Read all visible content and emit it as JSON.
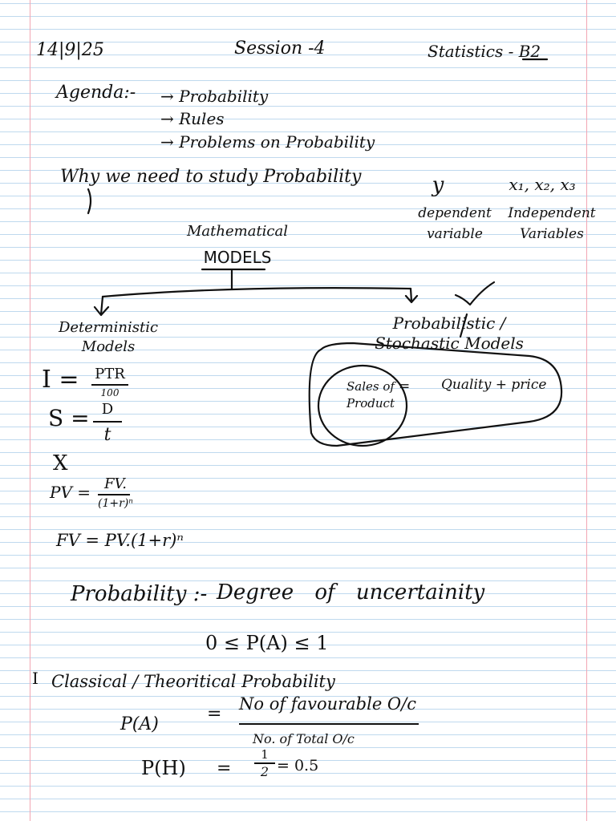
{
  "header": {
    "date": "14|9|25",
    "session": "Session -4",
    "subject": "Statistics - B2"
  },
  "agenda": {
    "label": "Agenda:-",
    "items": [
      "→ Probability",
      "→ Rules",
      "→ Problems on Probability"
    ]
  },
  "question": "Why we need to study Probability",
  "variables": {
    "dependent_symbol": "y",
    "dependent_label": "dependent variable",
    "independent_symbols": "x₁, x₂, x₃",
    "independent_label": "Independent Variables"
  },
  "models": {
    "title_top": "Mathematical",
    "title_bottom": "MODELS",
    "deterministic": "Deterministic Models",
    "probabilistic": "Probabilistic / Stochastic Models",
    "box_left": "Sales of Product",
    "box_equals": "=",
    "box_right": "Quality + price"
  },
  "formulas": {
    "interest_lhs": "I =",
    "interest_num": "PTR",
    "interest_den": "100",
    "speed_lhs": "S =",
    "speed_num": "D",
    "speed_den": "t",
    "cross": "X",
    "pv_lhs": "PV =",
    "pv_num": "FV.",
    "pv_den": "(1+r)ⁿ",
    "fv": "FV = PV.(1+r)ⁿ"
  },
  "probability": {
    "definition_label": "Probability :-",
    "definition_text": "Degree of uncertainity",
    "range": "0 ≤ P(A) ≤ 1",
    "roman_one": "I",
    "classical_title": "Classical / Theoritical Probability",
    "pa_lhs": "P(A)",
    "pa_eq": "=",
    "pa_num": "No of favourable O/c",
    "pa_den": "No. of Total O/c",
    "ph_lhs": "P(H)",
    "ph_eq": "=",
    "ph_num": "1",
    "ph_den": "2",
    "ph_result": "= 0.5"
  }
}
